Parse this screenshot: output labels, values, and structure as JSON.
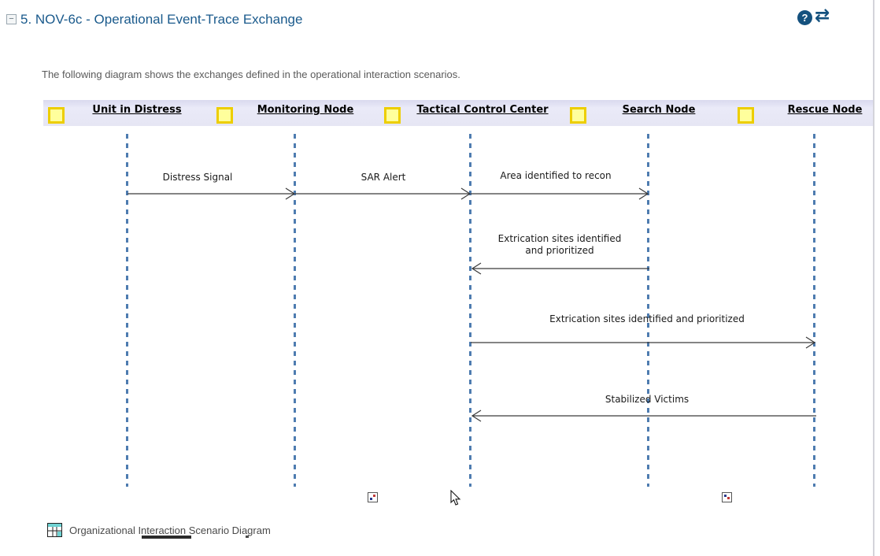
{
  "header": {
    "title": "5. NOV-6c - Operational Event-Trace Exchange",
    "collapse_glyph": "−",
    "help_glyph": "?",
    "refresh_glyph": "⇄"
  },
  "description": "The following diagram shows the exchanges defined in the operational interaction scenarios.",
  "diagram": {
    "type": "sequence-diagram",
    "lifelines": [
      {
        "label": "Unit in Distress"
      },
      {
        "label": "Monitoring Node"
      },
      {
        "label": "Tactical Control Center"
      },
      {
        "label": "Search Node"
      },
      {
        "label": "Rescue Node"
      }
    ],
    "messages": [
      {
        "label": "Distress Signal",
        "from": "Unit in Distress",
        "to": "Monitoring Node",
        "direction": "right"
      },
      {
        "label": "SAR Alert",
        "from": "Monitoring Node",
        "to": "Tactical Control Center",
        "direction": "right"
      },
      {
        "label": "Area identified to recon",
        "from": "Tactical Control Center",
        "to": "Search Node",
        "direction": "right"
      },
      {
        "label": "Extrication sites identified and prioritized",
        "from": "Search Node",
        "to": "Tactical Control Center",
        "direction": "left"
      },
      {
        "label": "Extrication sites identified and prioritized",
        "from": "Tactical Control Center",
        "to": "Rescue Node",
        "direction": "right"
      },
      {
        "label": "Stabilized Victims",
        "from": "Rescue Node",
        "to": "Tactical Control Center",
        "direction": "left"
      }
    ]
  },
  "caption": "Organizational Interaction Scenario Diagram",
  "colors": {
    "title_blue": "#1a5a8c",
    "icon_navy": "#14517e",
    "lifeline_blue": "#4e7cb0",
    "band_lavender": "#e6e6f4",
    "square_border": "#edce00",
    "square_fill": "#ffff9c"
  }
}
